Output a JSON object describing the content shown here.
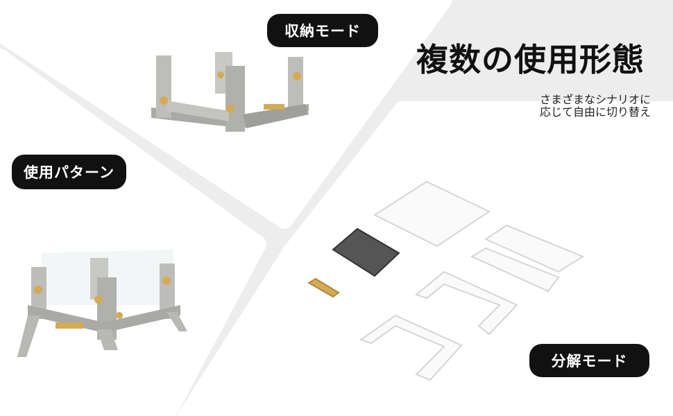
{
  "labels": {
    "storage_mode": "収納モード",
    "usage_pattern": "使用パターン",
    "disassembled_mode": "分解モード"
  },
  "heading": {
    "title": "複数の使用形態",
    "subtitle_line1": "さまざまなシナリオに",
    "subtitle_line2": "応じて自由に切り替え"
  },
  "colors": {
    "background": "#ededed",
    "panel": "#ffffff",
    "pill": "#111111",
    "brass": "#d4aa55",
    "steel": "#b9b9b6"
  }
}
